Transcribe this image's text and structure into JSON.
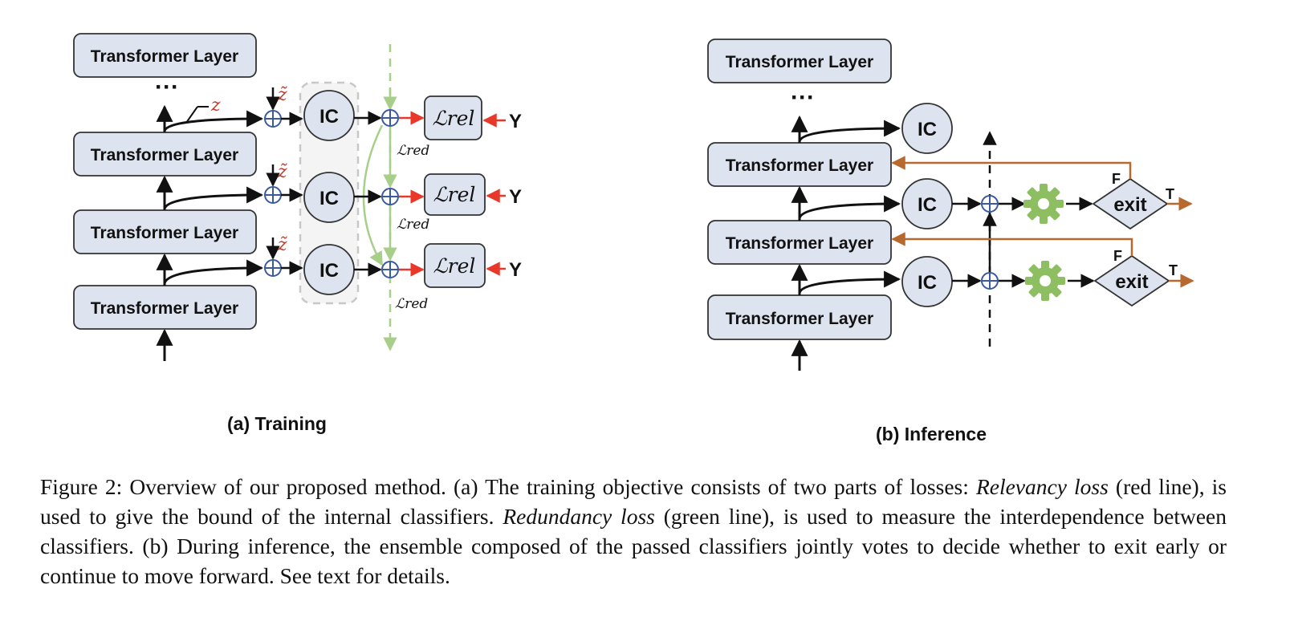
{
  "training": {
    "layer_label": "Transformer Layer",
    "ic_label": "IC",
    "loss_rel_main": "ℒ",
    "loss_rel_sub": "rel",
    "loss_red_main": "ℒ",
    "loss_red_sub": "red",
    "z_label": "z",
    "z_tilde_label": "z̃",
    "y_label": "Y",
    "dots": "···",
    "subcaption": "(a) Training"
  },
  "inference": {
    "layer_label": "Transformer Layer",
    "ic_label": "IC",
    "exit_label": "exit",
    "false_label": "F",
    "true_label": "T",
    "dots": "···",
    "subcaption": "(b) Inference"
  },
  "colors": {
    "box_fill": "#dde3ef",
    "red": "#e8382a",
    "green": "#a8cf8a",
    "orange": "#b8692e",
    "blue": "#3a5aa0"
  },
  "caption": {
    "prefix": "Figure 2: Overview of our proposed method. (a) The training objective consists of two parts of losses: ",
    "term1": "Relevancy loss",
    "mid1": " (red line), is used to give the bound of the internal classifiers. ",
    "term2": "Redundancy loss",
    "mid2": " (green line), is used to measure the interdependence between classifiers. (b) During inference, the ensemble composed of the passed classifiers jointly votes to decide whether to exit early or continue to move forward. See text for details."
  }
}
